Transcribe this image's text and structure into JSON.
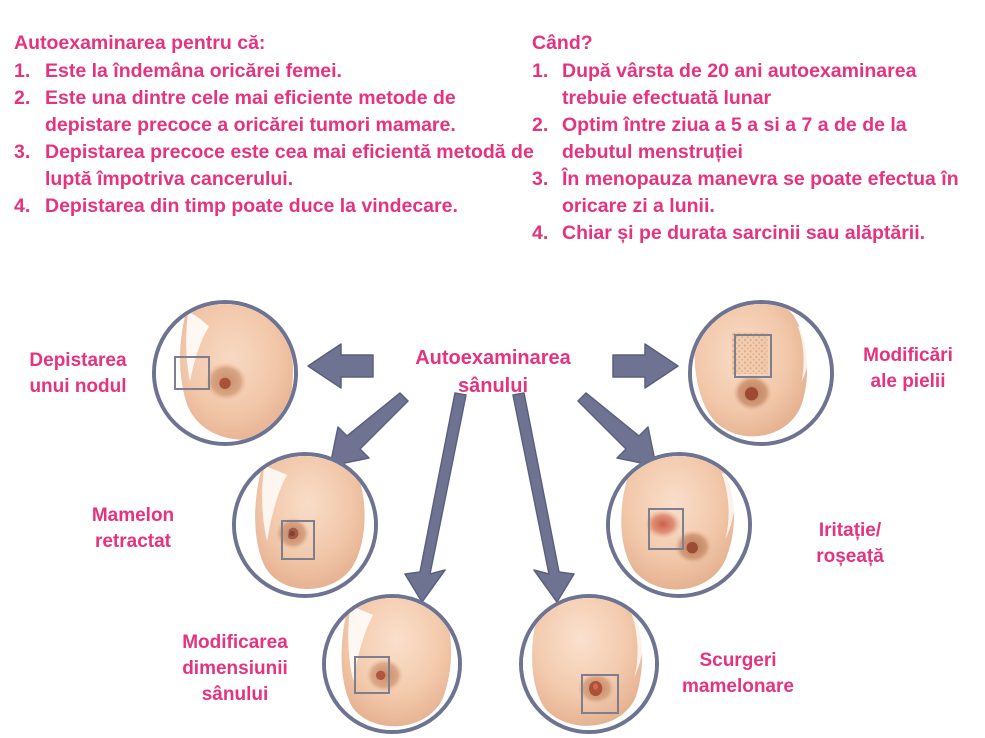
{
  "colors": {
    "pink": "#e5337f",
    "arrow": "#6e7392",
    "ring": "#6e7392",
    "highlight_box": "#7d7f8e",
    "background": "#ffffff"
  },
  "left_column": {
    "heading": "Autoexaminarea pentru că:",
    "items": [
      {
        "marker": "1.",
        "text": "Este la îndemâna oricărei femei."
      },
      {
        "marker": "2.",
        "text": "Este una dintre cele mai eficiente metode de depistare precoce a oricărei tumori mamare."
      },
      {
        "marker": "3.",
        "text": "Depistarea  precoce este cea mai eficientă metodă de luptă împotriva cancerului."
      },
      {
        "marker": "4.",
        "text": "Depistarea  din timp poate duce  la vindecare."
      }
    ]
  },
  "right_column": {
    "heading": "Când?",
    "items": [
      {
        "marker": "1.",
        "text": "După vârsta de 20 ani autoexaminarea trebuie efectuată lunar"
      },
      {
        "marker": "2.",
        "text": "Optim între ziua  a 5 a si  a 7 a de de la debutul menstruției"
      },
      {
        "marker": "3.",
        "text": "În menopauza manevra se poate efectua în oricare zi a lunii."
      },
      {
        "marker": "4.",
        "text": "Chiar și pe durata sarcinii sau alăptării."
      }
    ]
  },
  "diagram": {
    "hub": {
      "line1": "Autoexaminarea",
      "line2": "sânului"
    },
    "nodes": [
      {
        "id": "nodul",
        "label_lines": [
          "Depistarea",
          "unui nodul"
        ]
      },
      {
        "id": "piele",
        "label_lines": [
          "Modificări",
          "ale  pielii"
        ]
      },
      {
        "id": "mamelon",
        "label_lines": [
          "Mamelon",
          "retractat"
        ]
      },
      {
        "id": "iritatie",
        "label_lines": [
          "Iritație/",
          "roșeață"
        ]
      },
      {
        "id": "dimensiune",
        "label_lines": [
          "Modificarea",
          "dimensiunii",
          "sânului"
        ]
      },
      {
        "id": "scurgeri",
        "label_lines": [
          "Scurgeri",
          "mamelonare"
        ]
      }
    ]
  }
}
